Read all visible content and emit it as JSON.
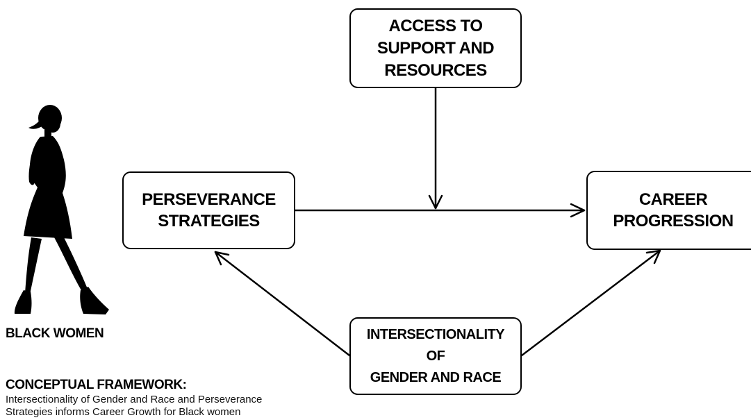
{
  "diagram": {
    "nodes": {
      "access": {
        "lines": [
          "ACCESS TO",
          "SUPPORT AND",
          "RESOURCES"
        ]
      },
      "perseverance": {
        "lines": [
          "PERSEVERANCE",
          "STRATEGIES"
        ]
      },
      "career": {
        "lines": [
          "CAREER",
          "PROGRESSION"
        ]
      },
      "intersectionality": {
        "lines": [
          "INTERSECTIONALITY",
          "OF",
          "GENDER AND RACE"
        ]
      }
    },
    "edges": [
      {
        "from": "perseverance",
        "to": "career"
      },
      {
        "from": "access",
        "to": "perseverance-career-edge"
      },
      {
        "from": "intersectionality",
        "to": "perseverance"
      },
      {
        "from": "intersectionality",
        "to": "career"
      }
    ],
    "figure": {
      "icon": "walking-woman-silhouette-icon",
      "label": "BLACK WOMEN"
    }
  },
  "caption": {
    "title": "CONCEPTUAL FRAMEWORK:",
    "lines": [
      "Intersectionality of Gender and Race and Perseverance",
      "Strategies informs Career Growth for Black women"
    ]
  },
  "colors": {
    "stroke": "#000000",
    "background": "#ffffff"
  }
}
